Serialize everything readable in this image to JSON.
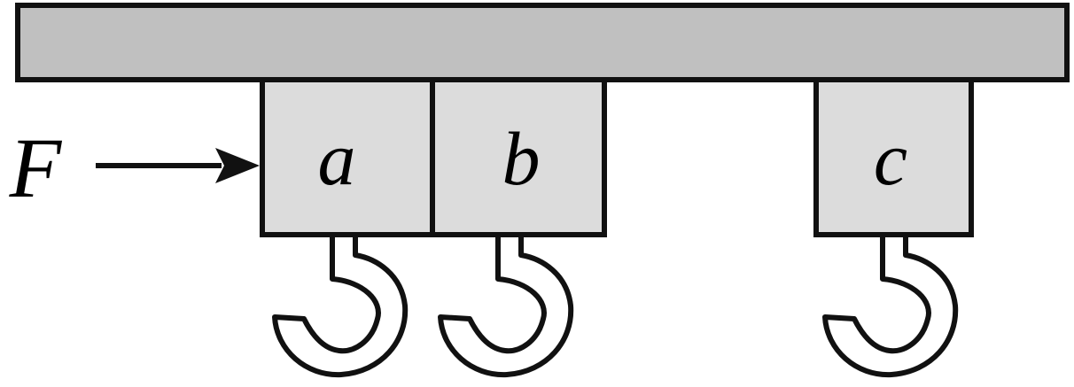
{
  "force_label": "F",
  "blocks": [
    {
      "label": "a"
    },
    {
      "label": "b"
    },
    {
      "label": "c"
    }
  ],
  "colors": {
    "ceiling": "#c0c0c0",
    "block": "#dcdcdc",
    "stroke": "#111111"
  }
}
